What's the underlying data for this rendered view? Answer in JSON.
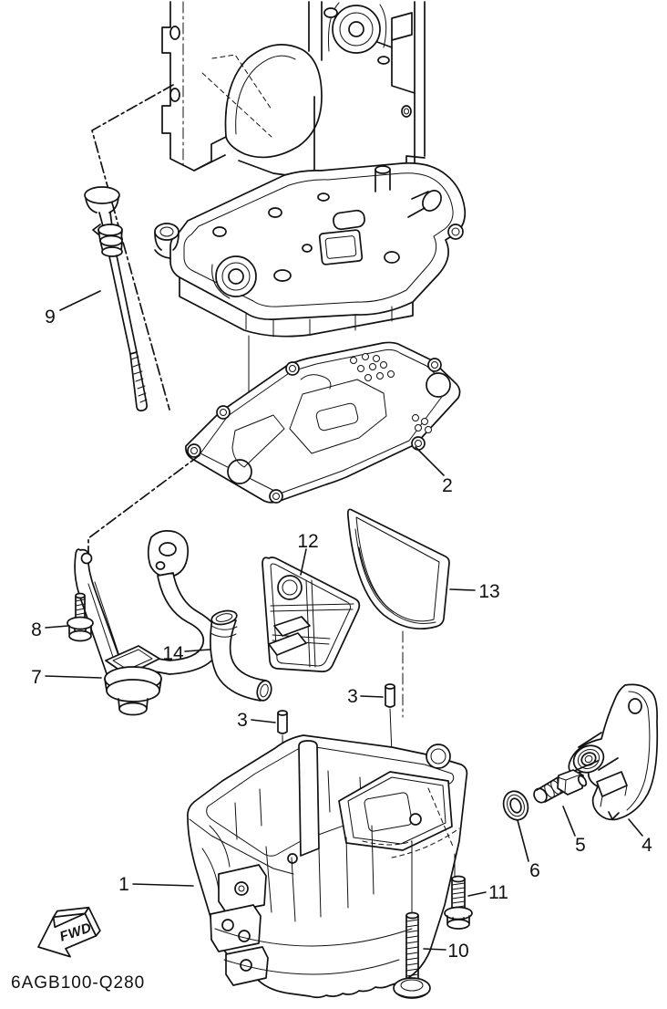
{
  "diagram": {
    "drawing_code": "6AGB100-Q280",
    "fwd_label": "FWD",
    "callouts": {
      "1": "1",
      "2": "2",
      "3": "3",
      "4": "4",
      "5": "5",
      "6": "6",
      "7": "7",
      "8": "8",
      "9": "9",
      "10": "10",
      "11": "11",
      "12": "12",
      "13": "13",
      "14": "14"
    },
    "colors": {
      "line": "#111111",
      "background": "#ffffff"
    }
  }
}
